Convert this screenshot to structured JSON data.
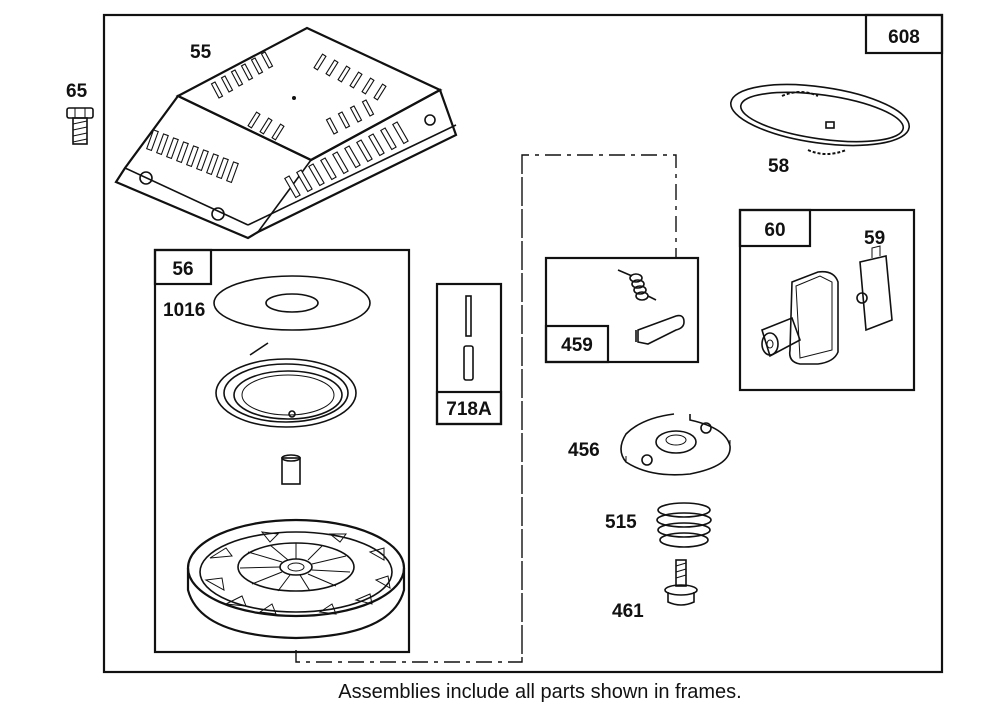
{
  "diagram": {
    "caption": "Assemblies include all parts shown in frames.",
    "frames": {
      "outer": "608",
      "starter": "56",
      "pin_kit": "718A",
      "pawl_kit": "459",
      "grip_kit": "60"
    },
    "parts": {
      "housing": "55",
      "screw": "65",
      "rope": "58",
      "grip": "59",
      "washer": "1016",
      "retainer": "456",
      "spring": "515",
      "bolt": "461"
    }
  }
}
